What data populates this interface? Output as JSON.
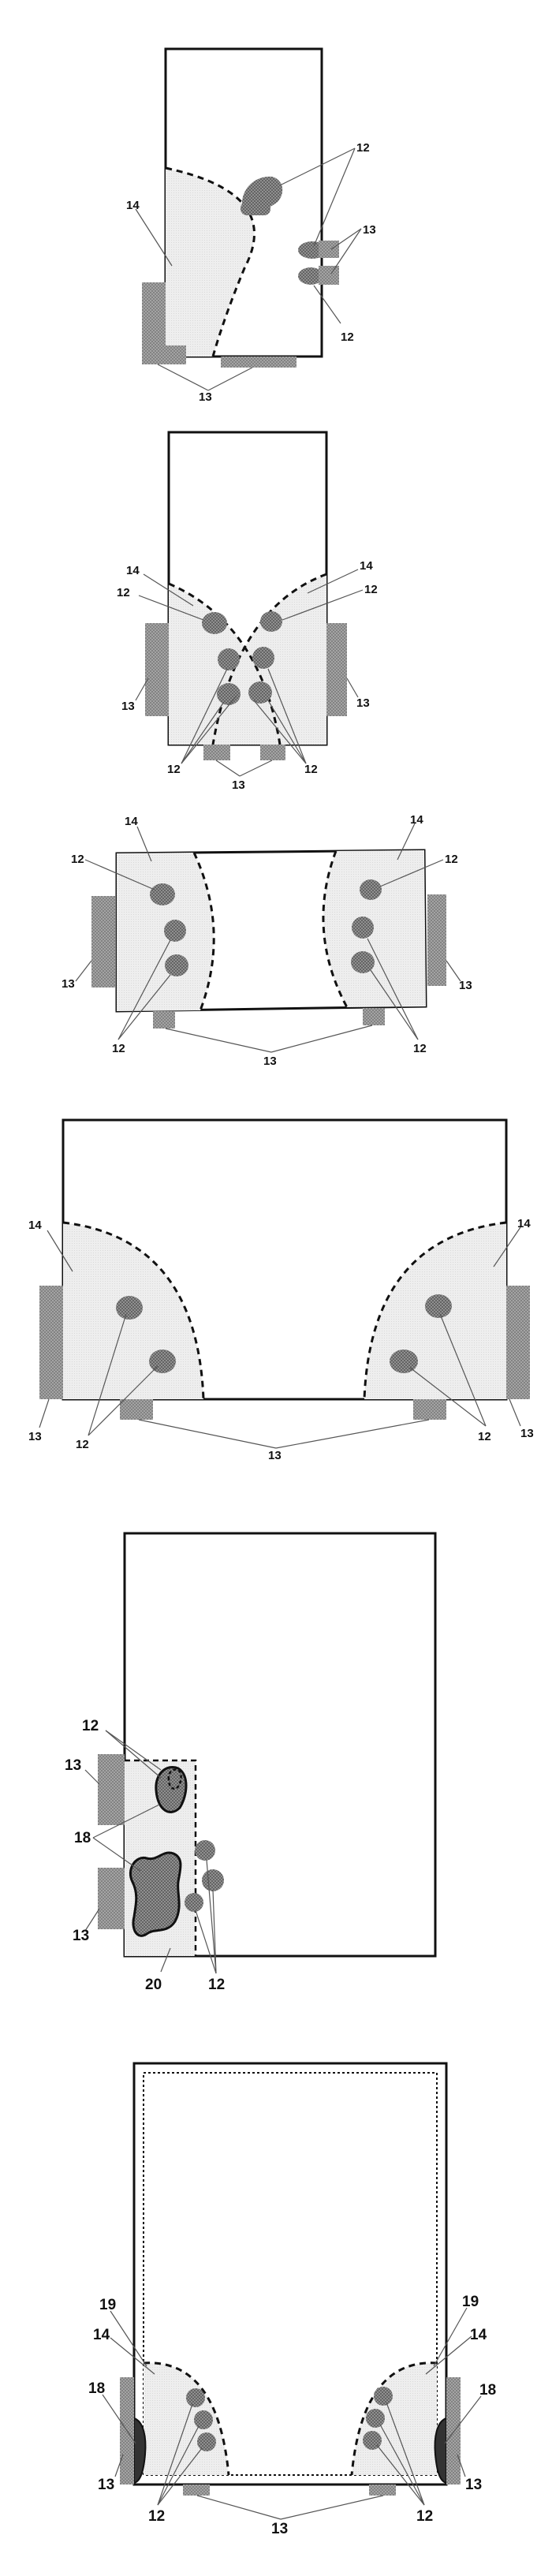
{
  "colors": {
    "outline": "#111111",
    "zone_fill": "#ececec",
    "blob_fill": "#8c8c8c",
    "pad_fill": "#9a9a9a",
    "leader": "#555555"
  },
  "icons": {
    "blob": "stippled-gray-oval",
    "pad": "stippled-gray-rectangle"
  },
  "labels": {
    "fig1": {
      "a": "14",
      "b": "12",
      "c": "12",
      "d": "13",
      "e": "13"
    },
    "fig2": {
      "a": "14",
      "b": "12",
      "c": "14",
      "d": "12",
      "e": "13",
      "f": "13",
      "g": "12",
      "h": "12",
      "i": "13"
    },
    "fig3": {
      "a": "14",
      "b": "12",
      "c": "14",
      "d": "12",
      "e": "13",
      "f": "13",
      "g": "12",
      "h": "12",
      "i": "13"
    },
    "fig4": {
      "a": "14",
      "b": "14",
      "c": "13",
      "d": "12",
      "e": "12",
      "f": "13",
      "g": "13"
    },
    "fig5": {
      "a": "12",
      "b": "13",
      "c": "18",
      "d": "13",
      "e": "20",
      "f": "12"
    },
    "fig6": {
      "a": "19",
      "b": "14",
      "c": "18",
      "d": "13",
      "e": "12",
      "f": "19",
      "g": "14",
      "h": "18",
      "i": "13",
      "j": "12",
      "k": "13"
    }
  }
}
